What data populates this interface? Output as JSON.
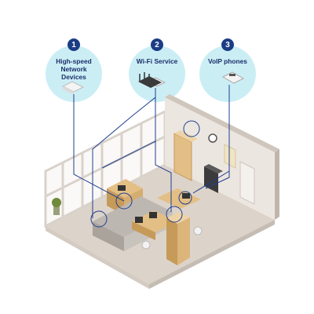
{
  "callouts": [
    {
      "number": "1",
      "label": "High-speed Network Devices"
    },
    {
      "number": "2",
      "label": "Wi-Fi Service"
    },
    {
      "number": "3",
      "label": "VoIP phones"
    }
  ],
  "colors": {
    "callout_fill": "#cbeef5",
    "badge": "#1b3d84",
    "label_text": "#1b2f6a",
    "connector_line": "#1f3f8f",
    "wall": "#ece6e0",
    "floor": "#dcd3ca",
    "desk_wood": "#e3bf86",
    "partition": "#c8c3bd"
  },
  "icons": [
    "router-icon",
    "wifi-router-icon",
    "voip-phone-icon",
    "wall-clock-icon",
    "potted-plant-icon",
    "office-chair-icon",
    "computer-monitor-icon",
    "server-rack-icon",
    "door-icon",
    "shelf-cabinet-icon"
  ]
}
